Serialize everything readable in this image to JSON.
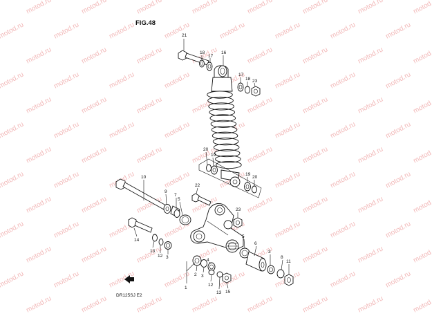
{
  "figure_label": "FIG.48",
  "diagram_code": "DR125SJ E2",
  "watermark_text": "motod.ru",
  "callouts": {
    "c21": "21",
    "c18a": "18",
    "c17a": "17",
    "c16": "16",
    "c17b": "17",
    "c18b": "18",
    "c23a": "23",
    "c20a": "20",
    "c19a": "19",
    "c19b": "19",
    "c20b": "20",
    "c10": "10",
    "c9": "9",
    "c7": "7",
    "c22": "22",
    "c23b": "23",
    "c14": "14",
    "c13a": "13",
    "c12a": "12",
    "c3a": "3",
    "c1": "1",
    "c2": "2",
    "c3b": "3",
    "c4": "4",
    "c12b": "12",
    "c13b": "13",
    "c15": "15",
    "c5a": "5",
    "c5b": "5",
    "c6": "6",
    "c3c": "3",
    "c8": "8",
    "c11": "11"
  }
}
